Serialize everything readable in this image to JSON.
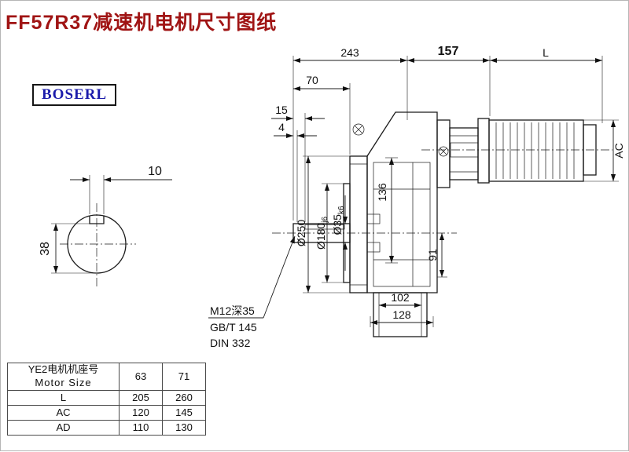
{
  "title": "FF57R37减速机电机尺寸图纸",
  "logo": "BOSERL",
  "dims": {
    "d243": "243",
    "d157": "157",
    "dL": "L",
    "d70": "70",
    "d15": "15",
    "d4": "4",
    "dAC": "AC",
    "d250": "Ø250",
    "d180_main": "Ø180",
    "d180_tol": "j6",
    "d35_main": "Ø35",
    "d35_tol": "k6",
    "d136": "136",
    "d91": "91",
    "d102": "102",
    "d128": "128",
    "d10": "10",
    "d38": "38"
  },
  "notes": {
    "thread": "M12深35",
    "standard1": "GB/T 145",
    "standard2": "DIN 332"
  },
  "table": {
    "header_zh": "YE2电机机座号",
    "header_en": "Motor Size",
    "size_cols": [
      "63",
      "71"
    ],
    "rows": [
      {
        "label": "L",
        "values": [
          "205",
          "260"
        ]
      },
      {
        "label": "AC",
        "values": [
          "120",
          "145"
        ]
      },
      {
        "label": "AD",
        "values": [
          "110",
          "130"
        ]
      }
    ]
  },
  "colors": {
    "title": "#a01414",
    "logo": "#1c1cab"
  }
}
